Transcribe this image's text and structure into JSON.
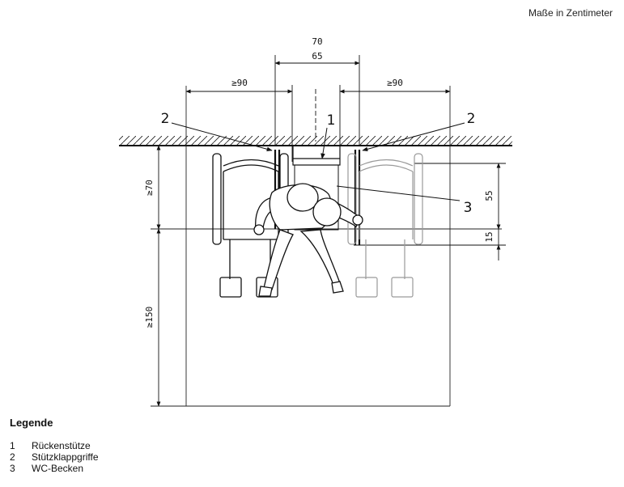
{
  "units_note": "Maße in Zentimeter",
  "dimensions": {
    "seat_outer_width": "70",
    "seat_inner_width": "65",
    "left_clearance": "≥90",
    "right_clearance": "≥90",
    "front_depth": "≥70",
    "front_space": "≥150",
    "backrest_to_front": "55",
    "pan_offset": "15"
  },
  "callouts": [
    "1",
    "2",
    "3"
  ],
  "legend": {
    "title": "Legende",
    "items": [
      {
        "number": "1",
        "label": "Rückenstütze"
      },
      {
        "number": "2",
        "label": "Stützklappgriffe"
      },
      {
        "number": "3",
        "label": "WC-Becken"
      }
    ]
  }
}
